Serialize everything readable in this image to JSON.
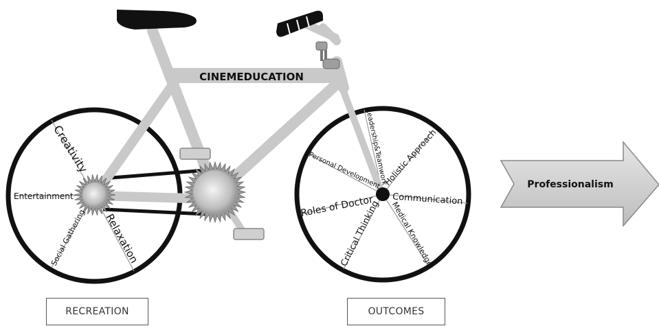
{
  "frame_label": "CINEMEDUCATION",
  "rear_wheel_words": {
    "creativity": "Creativity",
    "entertainment": "Entertainment",
    "relaxation": "Relaxation",
    "social_gathering": "Social Gathering"
  },
  "front_wheel_words": {
    "leadership": "Leadership&Teamwork",
    "holistic": "Holistic Approach",
    "personal": "Personal Development",
    "communication": "Communication",
    "roles": "Roles of Doctor",
    "critical": "Critical Thinking",
    "medical": "Medical Knowledge"
  },
  "arrow_label": "Professionalism",
  "box_left": "RECREATION",
  "box_right": "OUTCOMES",
  "colors": {
    "frame": "#c9c9c9",
    "rim": "#111111",
    "saddle": "#111111",
    "arrow_fill": "#d4d4d4"
  }
}
